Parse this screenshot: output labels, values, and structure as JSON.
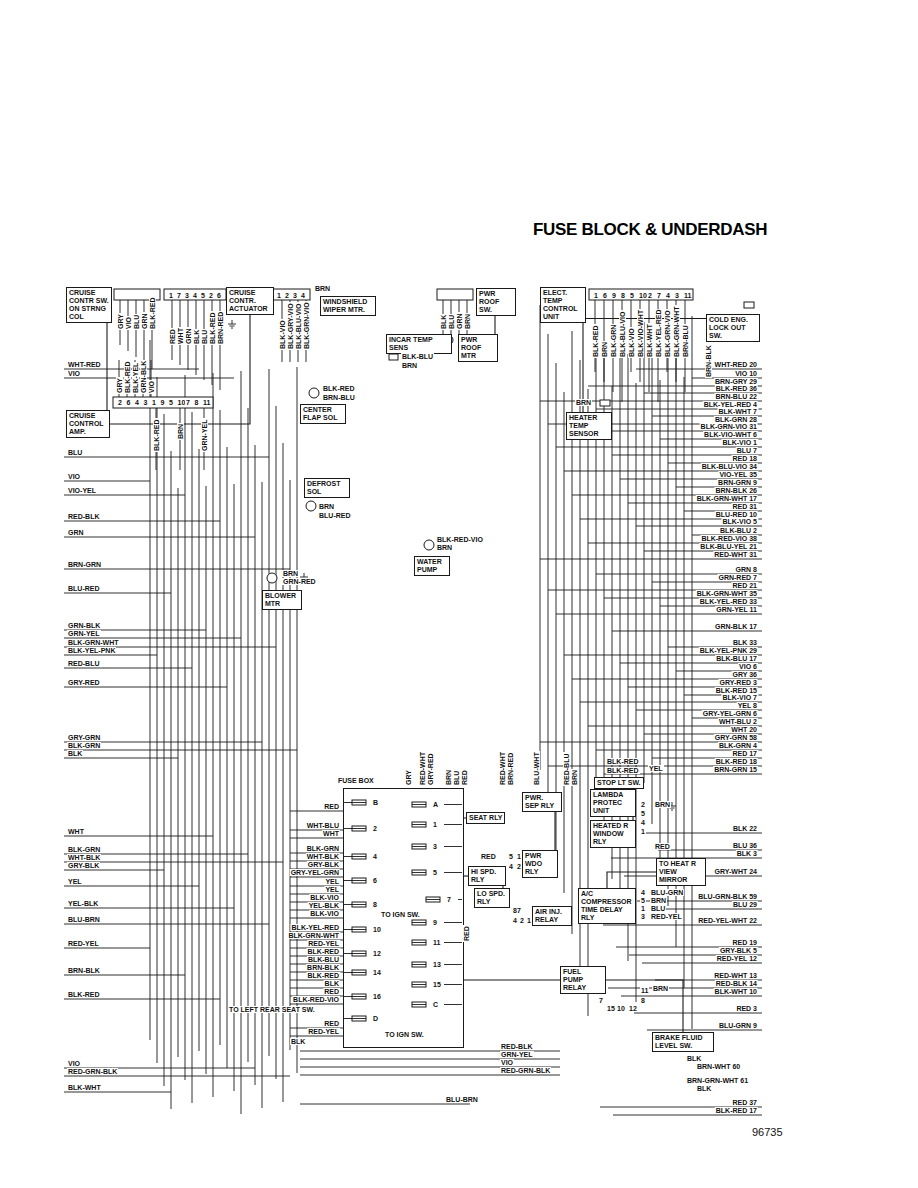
{
  "diagram": {
    "title": "FUSE BLOCK & UNDERDASH",
    "caption": "96735",
    "nodes": [
      {
        "text": [
          "CRUISE CONTR SW. ON STRNG COL"
        ]
      },
      {
        "text": [
          "CRUISE CONTR. ACTUATOR"
        ]
      },
      {
        "text": [
          "WINDSHIELD WIPER MTR."
        ]
      },
      {
        "text": [
          "PWR ROOF SW."
        ]
      },
      {
        "text": [
          "PWR ROOF MTR"
        ]
      },
      {
        "text": [
          "ELECT. TEMP CONTROL UNIT"
        ]
      },
      {
        "text": [
          "COLD ENG. LOCK OUT SW."
        ]
      },
      {
        "text": [
          "INCAR TEMP SENS"
        ]
      },
      {
        "text": [
          "CRUISE CONTROL AMP."
        ]
      },
      {
        "text": [
          "CENTER FLAP SOL"
        ]
      },
      {
        "text": [
          "HEATER TEMP SENSOR"
        ]
      },
      {
        "text": [
          "DEFROST SOL"
        ]
      },
      {
        "text": [
          "WATER PUMP"
        ]
      },
      {
        "text": [
          "BLOWER MTR"
        ]
      },
      {
        "text": [
          "FUSE BOX"
        ]
      },
      {
        "text": [
          "SEAT RLY"
        ]
      },
      {
        "text": [
          "PWR. SEP RLY"
        ]
      },
      {
        "text": [
          "STOP LT SW."
        ]
      },
      {
        "text": [
          "LAMBDA PROTEC UNIT"
        ]
      },
      {
        "text": [
          "HEATED R WINDOW RLY"
        ]
      },
      {
        "text": [
          "PWR WDO RLY"
        ]
      },
      {
        "text": [
          "HI SPD. RLY"
        ]
      },
      {
        "text": [
          "LO SPD. RLY"
        ]
      },
      {
        "text": [
          "AIR INJ. RELAY"
        ]
      },
      {
        "text": [
          "A/C COMPRESSOR TIME DELAY RLY"
        ]
      },
      {
        "text": [
          "TO HEAT R VIEW MIRROR"
        ]
      },
      {
        "text": [
          "FUEL PUMP RELAY"
        ]
      },
      {
        "text": [
          "BRAKE FLUID LEVEL SW."
        ]
      }
    ],
    "edges": [
      {
        "from": 0,
        "to": 8,
        "arrow": "none"
      },
      {
        "from": 8,
        "to": 1,
        "arrow": "none"
      },
      {
        "from": 5,
        "to": 6,
        "arrow": "none"
      },
      {
        "from": 3,
        "to": 4,
        "arrow": "none"
      },
      {
        "from": 5,
        "to": 10,
        "arrow": "none"
      },
      {
        "from": 14,
        "to": 15,
        "arrow": "none"
      },
      {
        "from": 14,
        "to": 21,
        "arrow": "none"
      },
      {
        "from": 21,
        "to": 22,
        "arrow": "none"
      },
      {
        "from": 14,
        "to": 26,
        "arrow": "none"
      },
      {
        "from": 16,
        "to": 20,
        "arrow": "none"
      },
      {
        "from": 26,
        "to": 27,
        "arrow": "none"
      },
      {
        "from": 24,
        "to": 25,
        "arrow": "none"
      },
      {
        "from": 18,
        "to": 19,
        "arrow": "none"
      }
    ],
    "labels": [
      "GRY",
      "VIO",
      "BLU",
      "GRN",
      "BLK-RED",
      "1",
      "7",
      "3",
      "4",
      "5",
      "2",
      "6",
      "RED",
      "WHT",
      "GRN",
      "BLK",
      "BLU",
      "BLK-RED",
      "BRN-RED",
      "1",
      "2",
      "3",
      "4",
      "BRN",
      "BLK-VIO",
      "BLK-GRY-VIO",
      "BLK-BLU-VIO",
      "BLK-GRN-VIO",
      "BLK",
      "BLU",
      "GRN",
      "BRN",
      "1",
      "6",
      "9",
      "8",
      "5",
      "10",
      "2",
      "7",
      "4",
      "3",
      "11",
      "BLK-RED",
      "BRN",
      "BLK-GRN",
      "BLK-BLU-VIO",
      "BLK-VIO",
      "BLK-VIO-WHT",
      "BLK-WHT",
      "BLK-YEL-RED",
      "BLK-GRN-VIO",
      "BLK-GRN-WHT",
      "BRN-BLU",
      "BRN-BLK",
      "2",
      "6",
      "4",
      "3",
      "1",
      "9",
      "5",
      "10",
      "7",
      "8",
      "11",
      "GRY",
      "BLK-RED",
      "BLK-YEL",
      "GRN-BLK",
      "VIO",
      "BLK-RED",
      "BRN",
      "GRN-YEL",
      "BLK-BLU",
      "BRN",
      "BLK-RED",
      "BRN-BLU",
      "BRN",
      "BRN",
      "BLU-RED",
      "BLK-RED-VIO",
      "BRN",
      "BRN",
      "GRN-RED",
      "WHT-RED",
      "VIO",
      "BLU",
      "VIO",
      "VIO-YEL",
      "RED-BLK",
      "GRN",
      "BRN-GRN",
      "BLU-RED",
      "GRN-BLK",
      "GRN-YEL",
      "BLK-GRN-WHT",
      "BLK-YEL-PNK",
      "RED-BLU",
      "GRY-RED",
      "GRY-GRN",
      "BLK-GRN",
      "BLK",
      "WHT",
      "BLK-GRN",
      "WHT-BLK",
      "GRY-BLK",
      "YEL",
      "YEL-BLK",
      "BLU-BRN",
      "RED-YEL",
      "BRN-BLK",
      "BLK-RED",
      "VIO",
      "RED-GRN-BLK",
      "BLK-WHT",
      "WHT-RED 20",
      "VIO 10",
      "BRN-GRY 29",
      "BLK-RED 36",
      "BRN-BLU 22",
      "BLK-YEL-RED 4",
      "BLK-WHT 7",
      "BLK-GRN 28",
      "BLK-GRN-VIO 31",
      "BLK-VIO-WHT 6",
      "BLK-VIO 1",
      "BLU 7",
      "RED 18",
      "BLK-BLU-VIO 34",
      "VIO-YEL 35",
      "BRN-GRN 9",
      "BRN-BLK 26",
      "BLK-GRN-WHT 17",
      "RED 31",
      "BLU-RED 10",
      "BLK-VIO 5",
      "BLK-BLU 2",
      "BLK-RED-VIO 38",
      "BLK-BLU-YEL 21",
      "RED-WHT 31",
      "GRN 8",
      "GRN-RED 7",
      "RED 21",
      "BLK-GRN-WHT 35",
      "BLK-YEL-RED 33",
      "GRN-YEL 11",
      "GRN-BLK 17",
      "BLK 33",
      "BLK-YEL-PNK 29",
      "BLK-BLU 17",
      "VIO 6",
      "GRY 36",
      "GRY-RED 3",
      "BLK-RED 15",
      "BLK-VIO 7",
      "YEL 8",
      "GRY-YEL-GRN 6",
      "WHT-BLU 2",
      "WHT 20",
      "GRY-GRN 58",
      "BLK-GRN 4",
      "RED 17",
      "BLK-RED 18",
      "BRN-GRN 15",
      "BLK 22",
      "BLU 36",
      "BLK 3",
      "GRY-WHT 24",
      "BLU-GRN-BLK 59",
      "BLU 29",
      "RED-YEL-WHT 22",
      "RED 19",
      "GRY-BLK 5",
      "RED-YEL 12",
      "RED-WHT 13",
      "RED-BLK 14",
      "BLK-WHT 10",
      "RED 3",
      "BLU-GRN 9",
      "RED 37",
      "BLK-RED 17",
      "RED",
      "WHT-BLU",
      "WHT",
      "BLK-GRN",
      "WHT-BLK",
      "GRY-BLK",
      "GRY-YEL-GRN",
      "YEL",
      "YEL",
      "BLK-VIO",
      "YEL-BLK",
      "BLK-VIO",
      "BLK-YEL-RED",
      "BLK-GRN-WHT",
      "RED-YEL",
      "BLK-RED",
      "BLK-BLU",
      "BRN-BLK",
      "BLK-RED",
      "BLK",
      "RED",
      "BLK-RED-VIO",
      "RED",
      "RED-YEL",
      "TO IGN SW.",
      "TO LEFT REAR SEAT SW.",
      "TO IGN SW.",
      "BLK",
      "B",
      "A",
      "1",
      "2",
      "3",
      "4",
      "5",
      "6",
      "7",
      "8",
      "9",
      "10",
      "11",
      "12",
      "13",
      "14",
      "15",
      "16",
      "C",
      "D",
      "GRY",
      "RED-WHT",
      "GRY-RED",
      "BRN",
      "BLU",
      "RED",
      "RED-WHT",
      "BRN-RED",
      "BLU-WHT",
      "RED-BLU",
      "BRN",
      "BLK-RED",
      "BLK-RED",
      "YEL",
      "2",
      "5",
      "4",
      "1",
      "BRN",
      "5",
      "1",
      "4",
      "2",
      "RED",
      "RED",
      "87",
      "4",
      "2",
      "1",
      "4",
      "5",
      "1",
      "3",
      "BLU-GRN",
      "BRN",
      "BLU",
      "RED-YEL",
      "7",
      "15",
      "10",
      "12",
      "8",
      "11",
      "BRN",
      "BLK",
      "BRN-WHT 60",
      "BRN-GRN-WHT 61",
      "BLK",
      "RED-BLK",
      "GRN-YEL",
      "VIO",
      "RED-GRN-BLK",
      "BLU-BRN",
      "RED"
    ]
  }
}
